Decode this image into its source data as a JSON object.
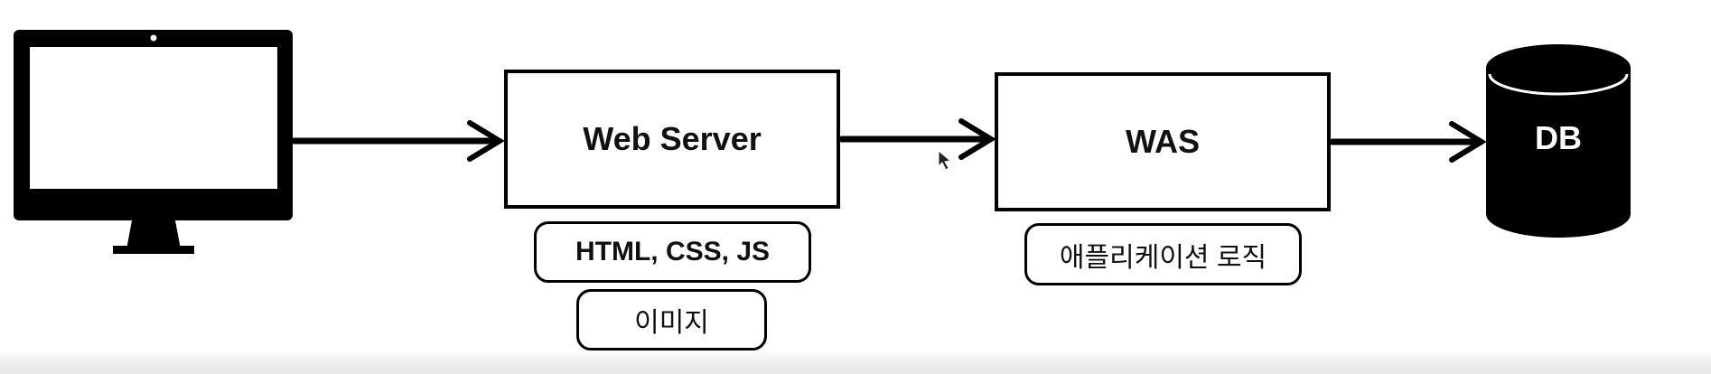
{
  "nodes": {
    "client": {
      "icon": "monitor-icon"
    },
    "web_server": {
      "label": "Web Server"
    },
    "was": {
      "label": "WAS"
    },
    "db": {
      "label": "DB",
      "icon": "database-icon"
    }
  },
  "web_server_items": [
    "HTML, CSS, JS",
    "이미지"
  ],
  "was_items": [
    "애플리케이션 로직"
  ],
  "colors": {
    "stroke": "#000000",
    "background": "#ffffff"
  }
}
